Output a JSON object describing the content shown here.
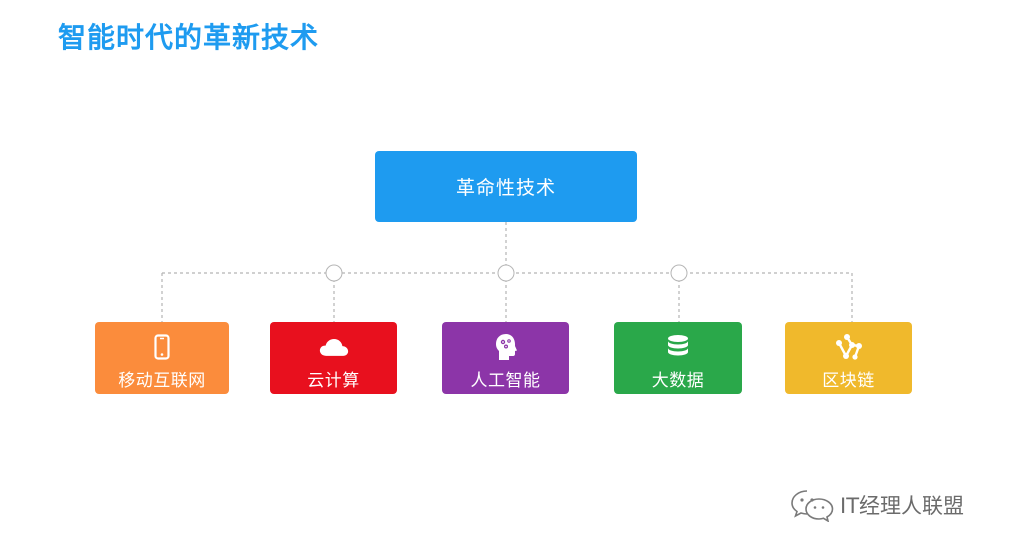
{
  "header": {
    "title": "智能时代的革新技术"
  },
  "diagram": {
    "root": {
      "label": "革命性技术",
      "color": "#1e9bf0"
    },
    "children": [
      {
        "label": "移动互联网",
        "icon": "smartphone-icon",
        "color": "#fb8c3c"
      },
      {
        "label": "云计算",
        "icon": "cloud-icon",
        "color": "#e8101e"
      },
      {
        "label": "人工智能",
        "icon": "ai-head-icon",
        "color": "#8c35a8"
      },
      {
        "label": "大数据",
        "icon": "database-icon",
        "color": "#2aa84a"
      },
      {
        "label": "区块链",
        "icon": "blockchain-icon",
        "color": "#f0b92c"
      }
    ]
  },
  "watermark": {
    "text": "IT经理人联盟",
    "icon": "wechat-icon"
  }
}
